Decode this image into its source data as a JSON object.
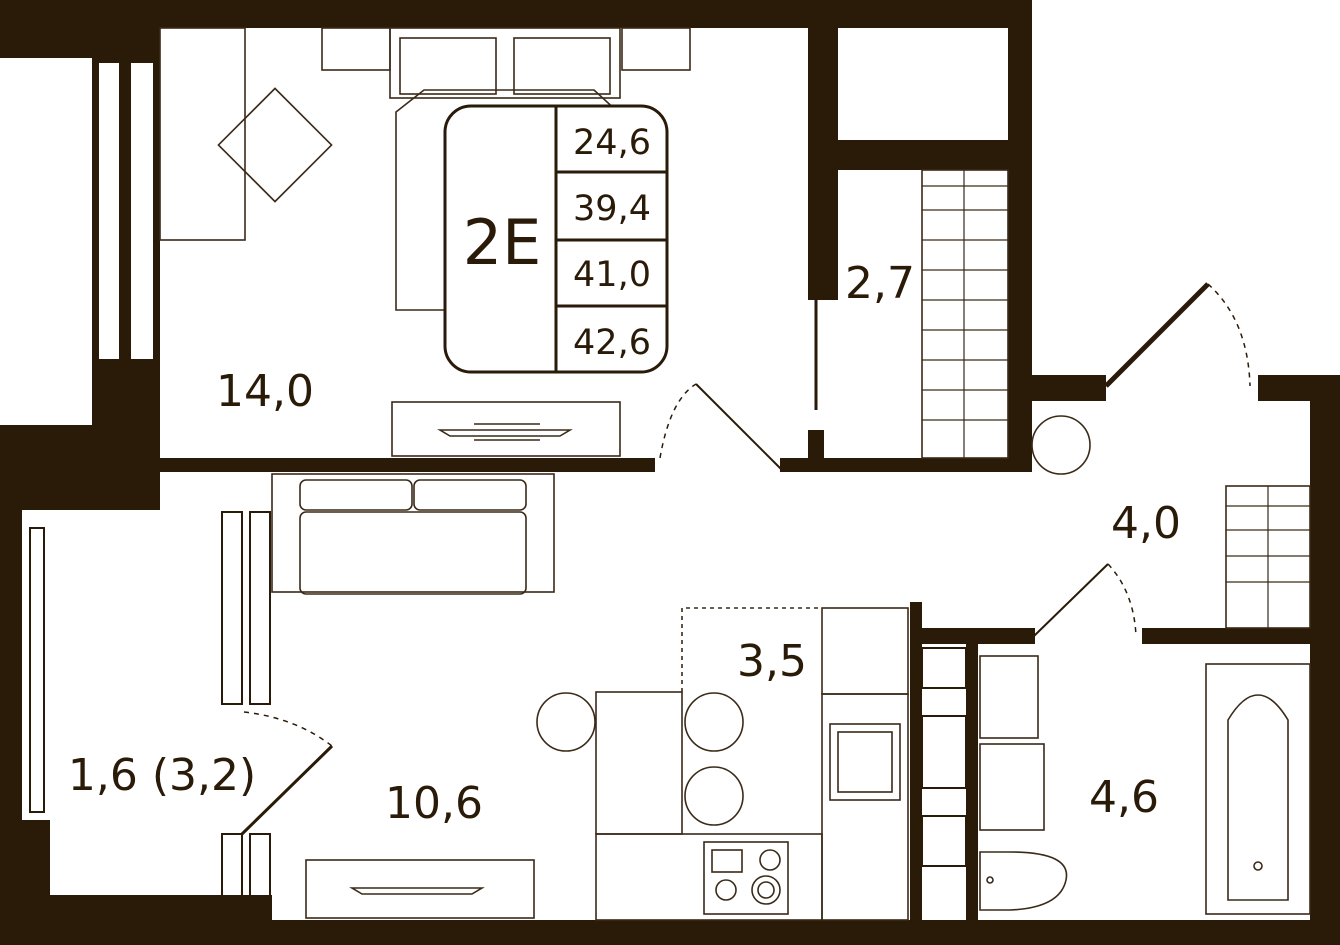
{
  "colors": {
    "wall": "#2a1a08",
    "line": "#3a2a18",
    "background": "#ffffff"
  },
  "apartment": {
    "code": "2E",
    "areas": [
      "24,6",
      "39,4",
      "41,0",
      "42,6"
    ]
  },
  "rooms": {
    "bedroom": "14,0",
    "wardrobe": "2,7",
    "hall": "4,0",
    "kitchen": "3,5",
    "living": "10,6",
    "balcony": "1,6 (3,2)",
    "bathroom": "4,6"
  }
}
